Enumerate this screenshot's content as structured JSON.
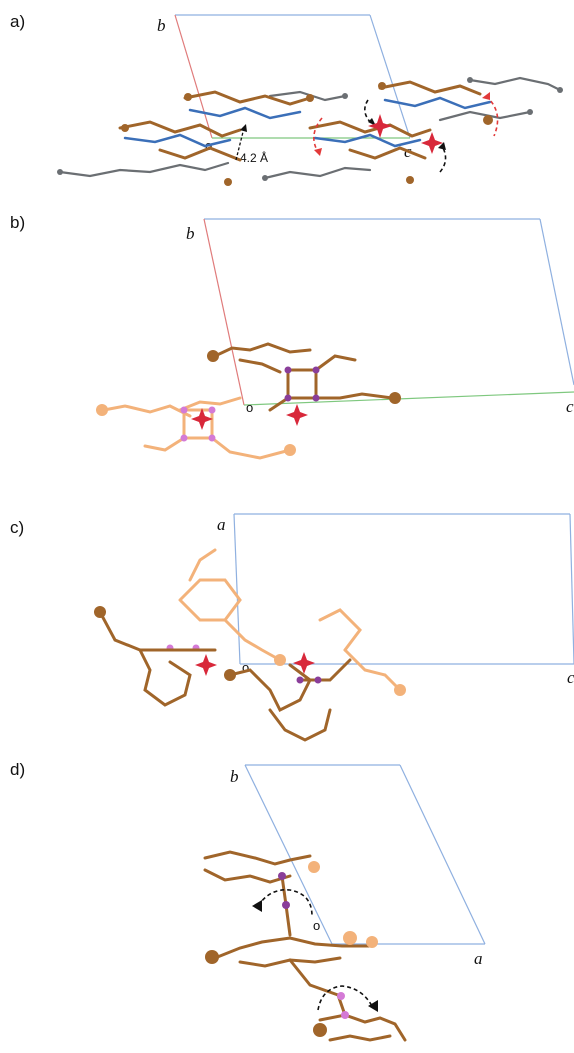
{
  "panels": {
    "a": {
      "label": "a)",
      "axis_b": "b",
      "axis_c": "c",
      "origin": "o",
      "distance": "4.2 Å"
    },
    "b": {
      "label": "b)",
      "axis_b": "b",
      "axis_c": "c",
      "origin": "o"
    },
    "c": {
      "label": "c)",
      "axis_a": "a",
      "axis_c": "c",
      "origin": "o"
    },
    "d": {
      "label": "d)",
      "axis_b": "b",
      "axis_a": "a",
      "origin": "o"
    }
  },
  "colors": {
    "cell_edge": "#8fb0e0",
    "b_axis": "#e07b7b",
    "c_axis": "#7fc87f",
    "atom_dark": "#a0652a",
    "atom_light": "#f3b27a",
    "atom_pink_dark": "#8a3e9a",
    "atom_pink_light": "#d47ad6",
    "atom_blue": "#3b6fb8",
    "atom_gray": "#6b6f73",
    "star": "#d8283a",
    "arrow_red": "#e23a3a",
    "arrow_black": "#111111"
  }
}
